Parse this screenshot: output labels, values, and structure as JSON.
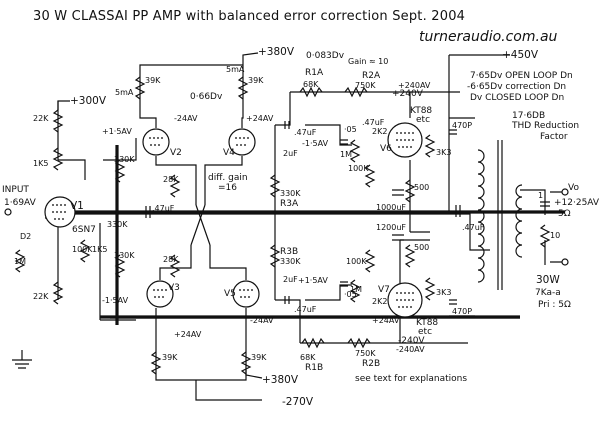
{
  "title": "30 W CLASSAI  PP AMP with balanced error correction Sept. 2004",
  "website": "turneraudio.com.au",
  "notes": {
    "gain": "Gain ≈ 10",
    "open_loop": "7·65Dv OPEN LOOP Dn",
    "correction": "-6·65Dv correction Dn",
    "closed_loop": "Dv CLOSED LOOP Dn",
    "thd_1": "17·6DB",
    "thd_2": "THD Reduction",
    "thd_3": "Factor",
    "diff_gain_1": "diff. gain",
    "diff_gain_2": "=16",
    "see_text": "see text for explanations",
    "output_1": "30W",
    "output_2": "7Ka-a",
    "output_3": "Pri : 5Ω"
  },
  "rails": {
    "p380_top": "+380V",
    "p300": "+300V",
    "p450": "+450V",
    "p380_bot": "+380V",
    "n270": "-270V",
    "n240": "-240V",
    "p240": "+240V"
  },
  "io": {
    "input": "INPUT",
    "input_level": "1·69AV",
    "output_level": "+12·25AV",
    "output_load": "5Ω",
    "vo": "Vo"
  },
  "tubes": {
    "v1": "V1",
    "v1_type": "6SN7",
    "v2": "V2",
    "v3": "V3",
    "v4": "V4",
    "v5": "V5",
    "v6": "V6",
    "v7": "V7",
    "kt88_a": "KT88",
    "kt88_a2": "etc",
    "kt88_b": "KT88",
    "kt88_b2": "etc"
  },
  "voltages": {
    "v_0083": "0·083Dv",
    "v_066": "0·66Dv",
    "v_15a_top": "+1·5AV",
    "v_24a_top": "-24AV",
    "v_24a_v4": "+24AV",
    "v_15a_mid": "-1·5AV",
    "v_15a_bot": "-1·5AV",
    "v_24a_bot": "+24AV",
    "v_24a_v5": "-24AV",
    "v_15a_v5": "+1·5AV",
    "v_240a_top": "+240AV",
    "v_24a_v7": "+24AV",
    "v_240a_bot": "-240AV"
  },
  "components": {
    "r_39k_1": "39K",
    "r_39k_2": "39K",
    "r_39k_3": "39K",
    "r_39k_4": "39K",
    "r_22k_1": "22K",
    "r_22k_2": "22K",
    "r_1k5_a": "1K5",
    "r_1k5_b": "1K5",
    "r_1m_a": "1M",
    "r_100k_a": "100K",
    "r_330k_a": "330K",
    "r_330k_b": "330K",
    "r_330k_c": "330K",
    "r_28k_a": "28K",
    "r_28k_b": "28K",
    "d2": "D2",
    "ma5_a": "5mA",
    "ma5_b": "5mA",
    "r1a": "R1A",
    "r1a_v": "68K",
    "r2a": "R2A",
    "r2a_v": "750K",
    "r1b": "R1B",
    "r1b_v": "68K",
    "r2b": "R2B",
    "r2b_v": "750K",
    "r3a": "R3A",
    "r3a_v": "330K",
    "r3b": "R3B",
    "r3b_v": "330K",
    "c_47_a": ".47uF",
    "c_47_b": ".47uF",
    "c_47_c": ".47uF",
    "c_47_d": ".47uF",
    "c_47_e": ".47uF",
    "c_2u_a": "2uF",
    "c_2u_b": "2uF",
    "c_05_a": "·05",
    "c_05_b": "·05",
    "r_1m_b": "1M",
    "r_1m_c": "1M",
    "r_2k2_a": "2K2",
    "r_2k2_b": "2K2",
    "r_100k_b": "100K",
    "r_100k_c": "100K",
    "r_500_a": "500",
    "r_500_b": "500",
    "c_1000_a": "1000uF",
    "c_1000_b": "1200uF",
    "c_470p_a": "470P",
    "c_470p_b": "470P",
    "r_3k3_a": "3K3",
    "r_3k3_b": "3K3",
    "c_1": "1",
    "r_10": "10"
  }
}
